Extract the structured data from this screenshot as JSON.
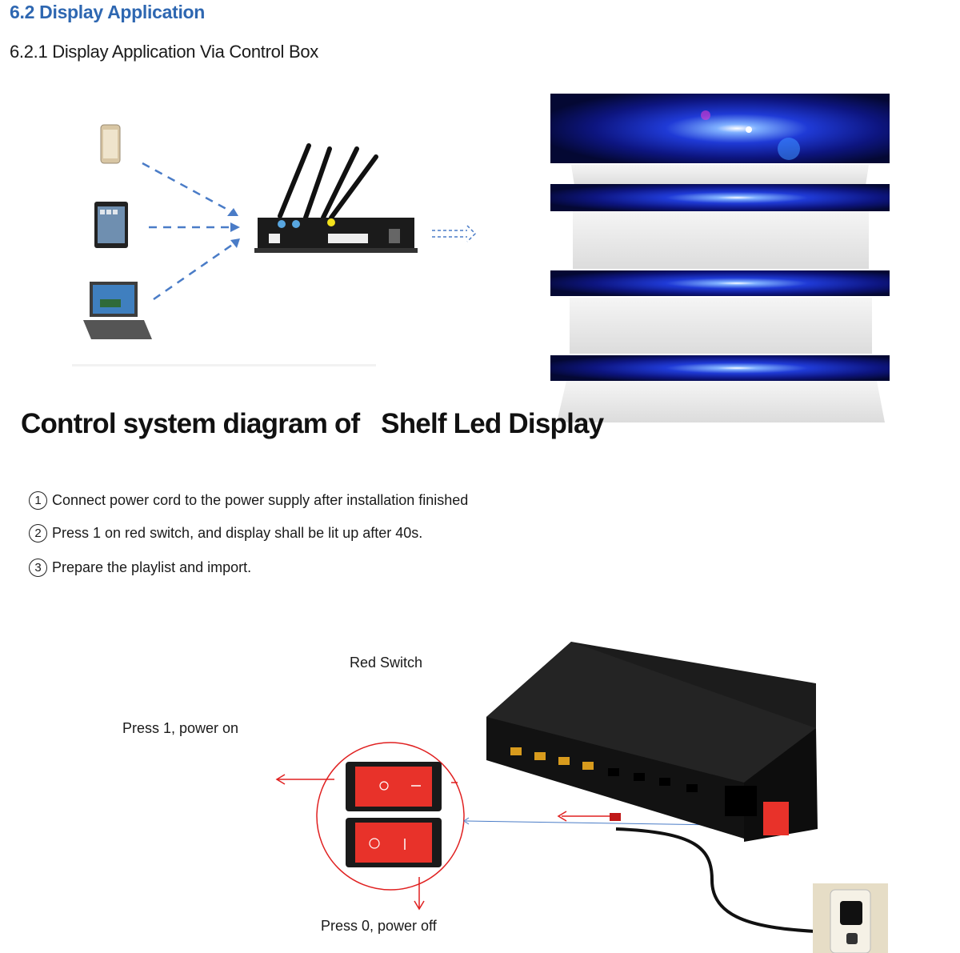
{
  "heading": {
    "section": "6.2 Display Application",
    "subsection": "6.2.1 Display Application Via Control Box"
  },
  "diagram_title": "Control system diagram of   Shelf Led Display",
  "steps": [
    {
      "num": "1",
      "text": "Connect power cord to the power supply after installation finished"
    },
    {
      "num": "2",
      "text": "Press 1 on red switch, and display shall be lit up after 40s."
    },
    {
      "num": "3",
      "text": "Prepare the playlist and import."
    }
  ],
  "labels": {
    "red_switch": "Red Switch",
    "power_on": "Press 1, power on",
    "power_off": "Press 0, power off"
  },
  "colors": {
    "heading_blue": "#2e67b1",
    "arrow_blue": "#4a7cc7",
    "callout_red": "#e02020",
    "switch_red": "#e8322a"
  },
  "icons": [
    "phone-icon",
    "tablet-icon",
    "laptop-icon",
    "control-box-icon",
    "power-box-icon",
    "wall-socket-icon"
  ]
}
